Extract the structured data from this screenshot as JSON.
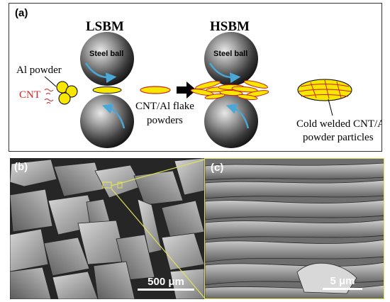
{
  "panel_a": {
    "label": "(a)",
    "lsbm": "LSBM",
    "hsbm": "HSBM",
    "ball_label": "Steel ball",
    "al_powder": "Al powder",
    "cnt": "CNT",
    "flake_line1": "CNT/Al flake",
    "flake_line2": "powders",
    "cold_line1": "Cold welded CNT/Al",
    "cold_line2": "powder particles"
  },
  "panel_b": {
    "label": "(b)",
    "scale": "500 μm"
  },
  "panel_c": {
    "label": "(c)",
    "scale": "5 μm"
  },
  "colors": {
    "powder": "#f7e600",
    "cnt": "#cc2222",
    "arrow": "#4aa8d8",
    "zoom": "#e0e05a"
  }
}
